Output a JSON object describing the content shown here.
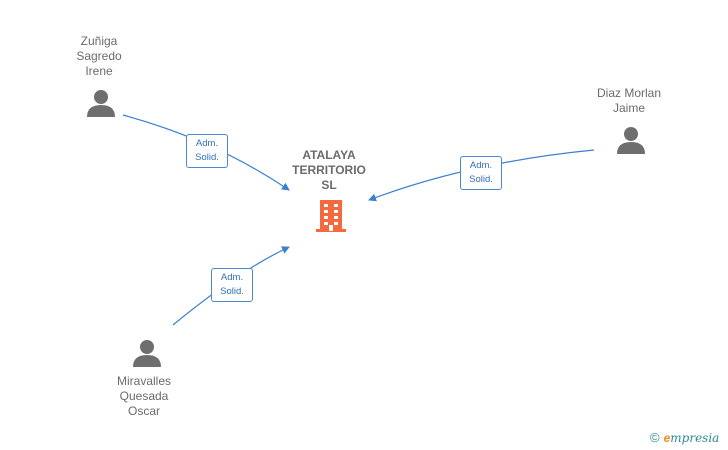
{
  "company": {
    "name_lines": [
      "ATALAYA",
      "TERRITORIO",
      "SL"
    ],
    "icon": "building-icon",
    "color": "#f26a3d"
  },
  "persons": [
    {
      "id": "zuniga",
      "name_lines": [
        "Zuñiga",
        "Sagredo",
        "Irene"
      ],
      "icon": "person-icon"
    },
    {
      "id": "diaz",
      "name_lines": [
        "Diaz Morlan",
        "Jaime"
      ],
      "icon": "person-icon"
    },
    {
      "id": "miravalles",
      "name_lines": [
        "Miravalles",
        "Quesada",
        "Oscar"
      ],
      "icon": "person-icon"
    }
  ],
  "relations": [
    {
      "from": "zuniga",
      "to": "company",
      "label_lines": [
        "Adm.",
        "Solid."
      ]
    },
    {
      "from": "diaz",
      "to": "company",
      "label_lines": [
        "Adm.",
        "Solid."
      ]
    },
    {
      "from": "miravalles",
      "to": "company",
      "label_lines": [
        "Adm.",
        "Solid."
      ]
    }
  ],
  "colors": {
    "edge": "#3b7fcf",
    "icon_gray": "#6e6e6e",
    "text_gray": "#6b6b6b"
  },
  "footer": {
    "copyright_symbol": "©",
    "brand_initial": "e",
    "brand_rest": "mpresia"
  }
}
